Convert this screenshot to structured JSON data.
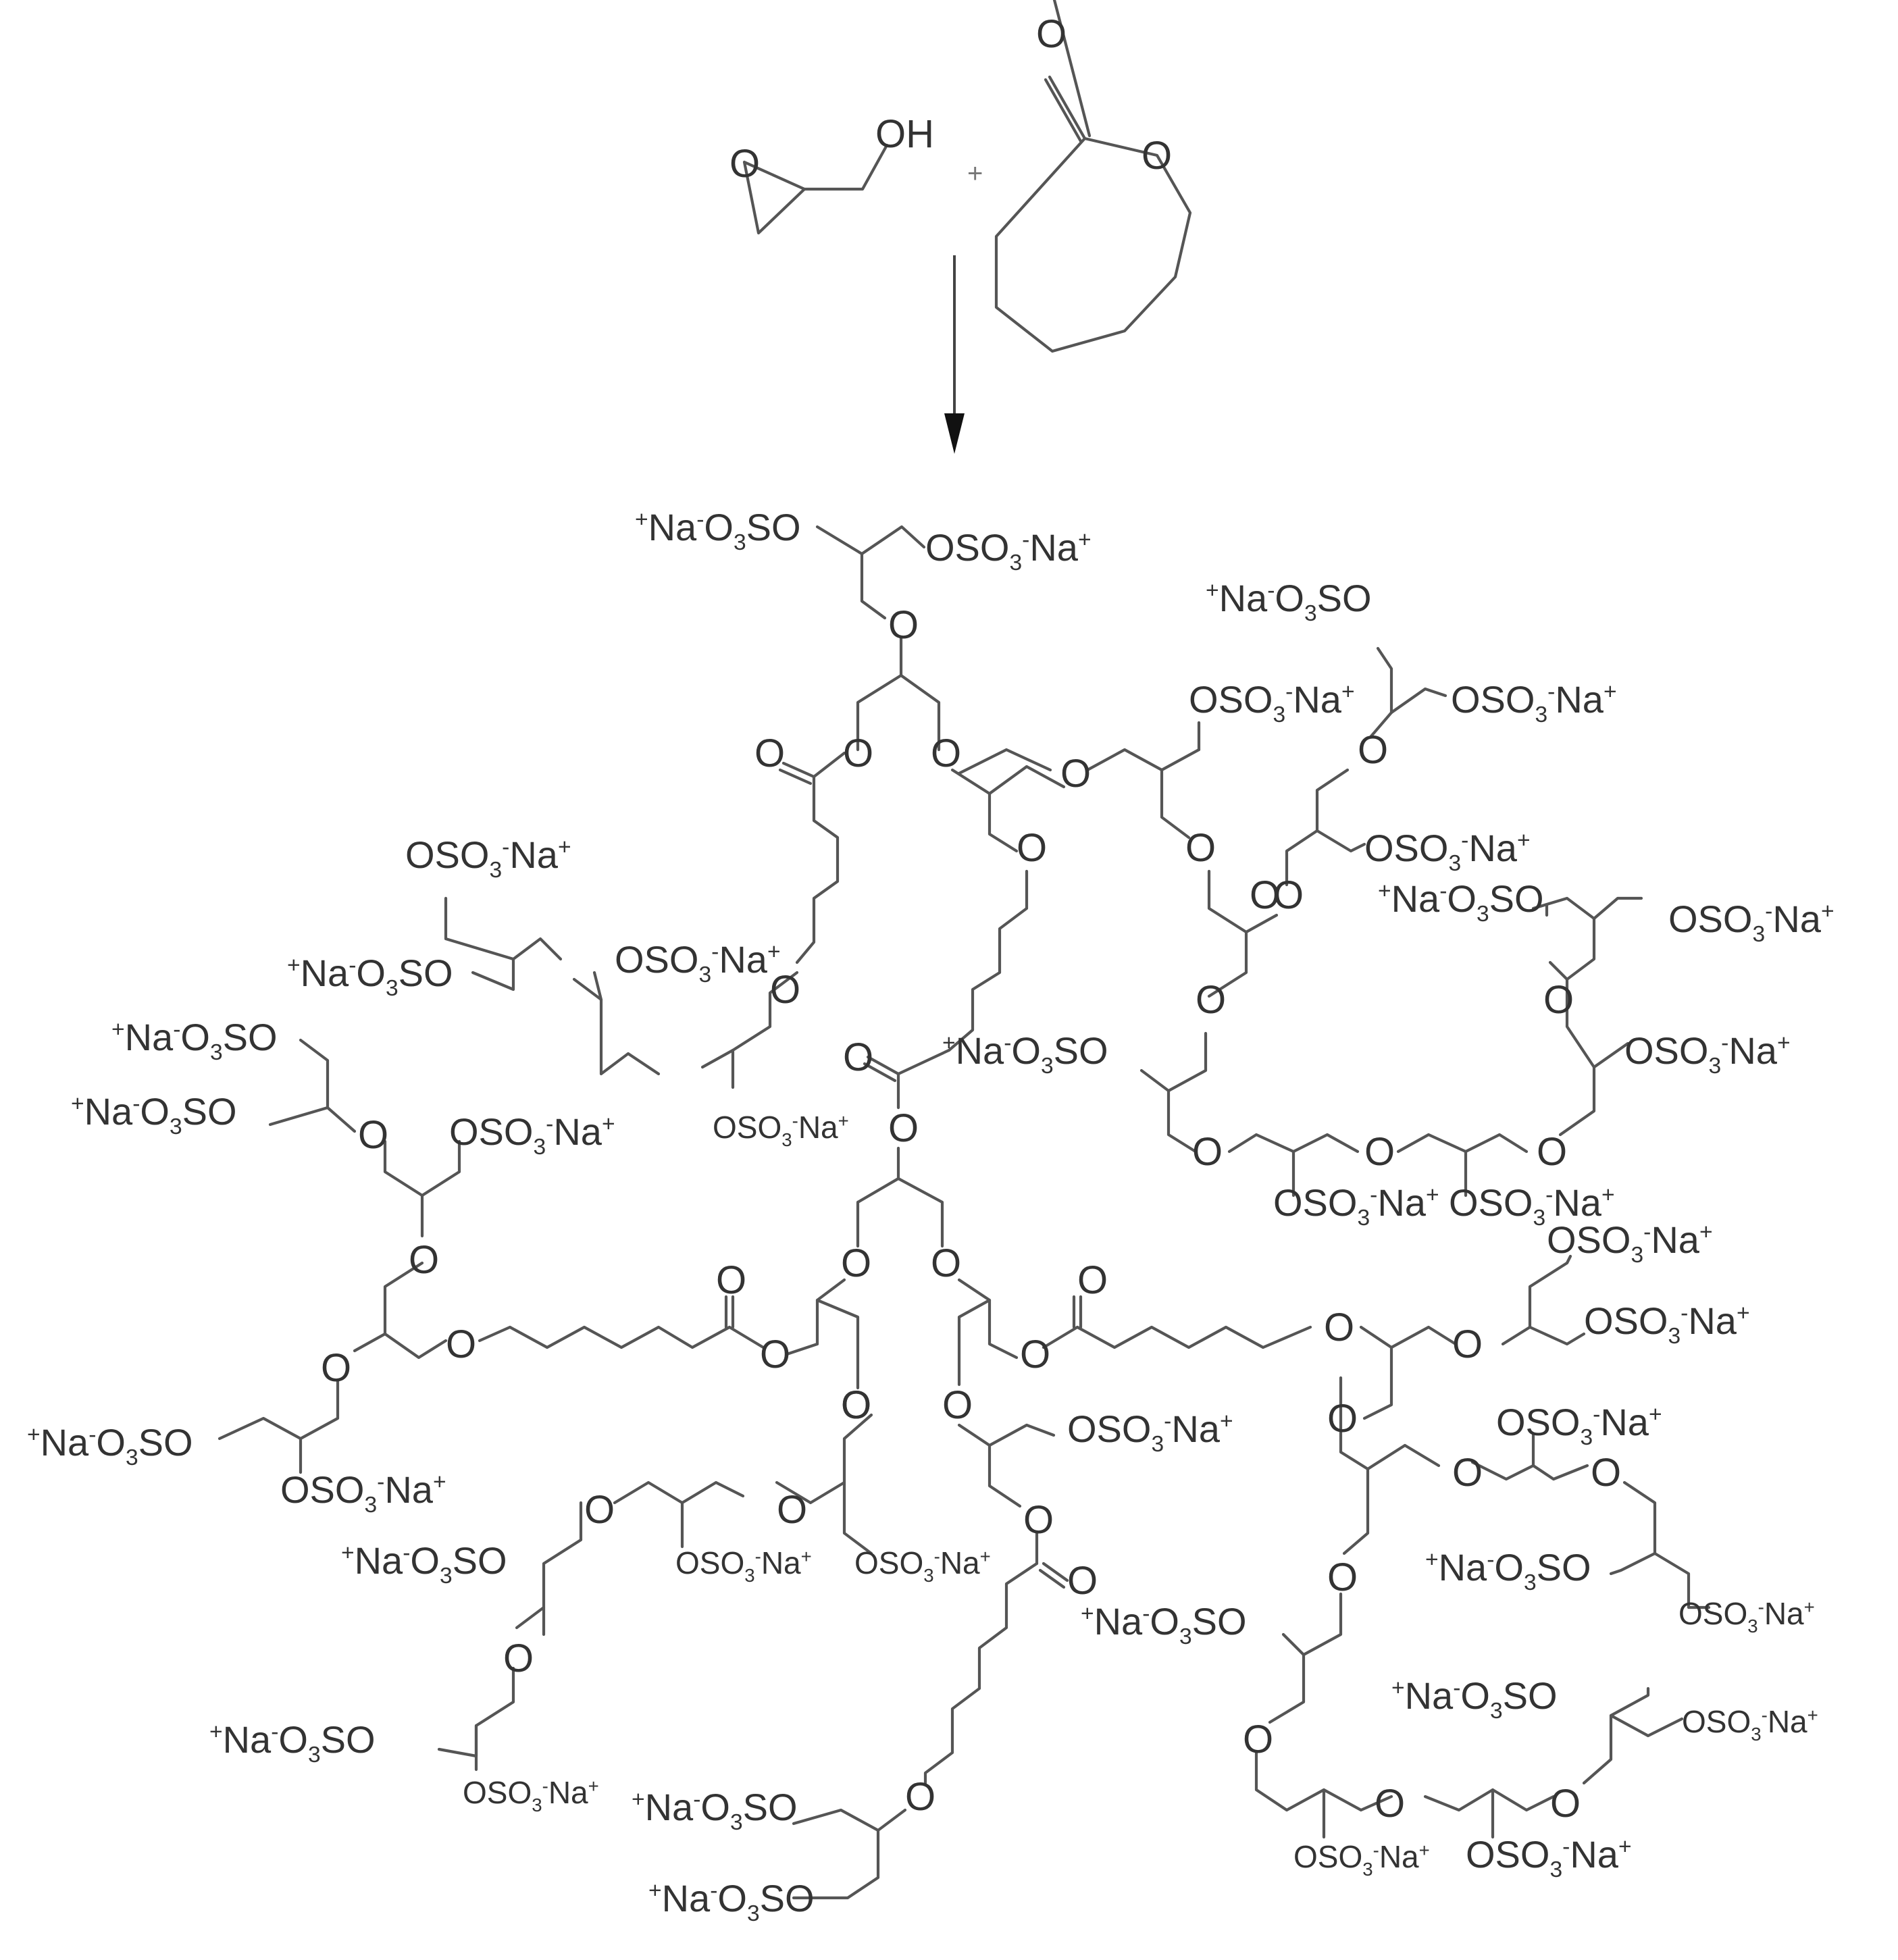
{
  "diagram": {
    "type": "reaction-scheme",
    "description": "Synthesis of a sulfated hyperbranched polyglycerol–polycaprolactone copolymer from glycidol and ε-caprolactone",
    "reactants": [
      {
        "name": "glycidol",
        "label_oh": "OH",
        "label_o": "O"
      },
      {
        "name": "epsilon-caprolactone",
        "label_carbonyl_o": "O",
        "label_ring_o": "O"
      }
    ],
    "plus_sign": "+",
    "arrow": {
      "direction": "down"
    },
    "groups": {
      "sulfate_right": "OSO3⁻Na⁺",
      "sulfate_left": "⁺Na⁻O3SO",
      "ether_o": "O",
      "carbonyl_o": "O"
    },
    "labels": [
      {
        "id": "L1",
        "text_parts": [
          "+",
          "Na",
          "-",
          "O",
          "3",
          "SO"
        ],
        "side": "left"
      },
      {
        "id": "R1",
        "text_parts": [
          "OSO",
          "3",
          "-",
          "Na",
          "+"
        ],
        "side": "right"
      }
    ],
    "sulfate_label_count": 40
  }
}
